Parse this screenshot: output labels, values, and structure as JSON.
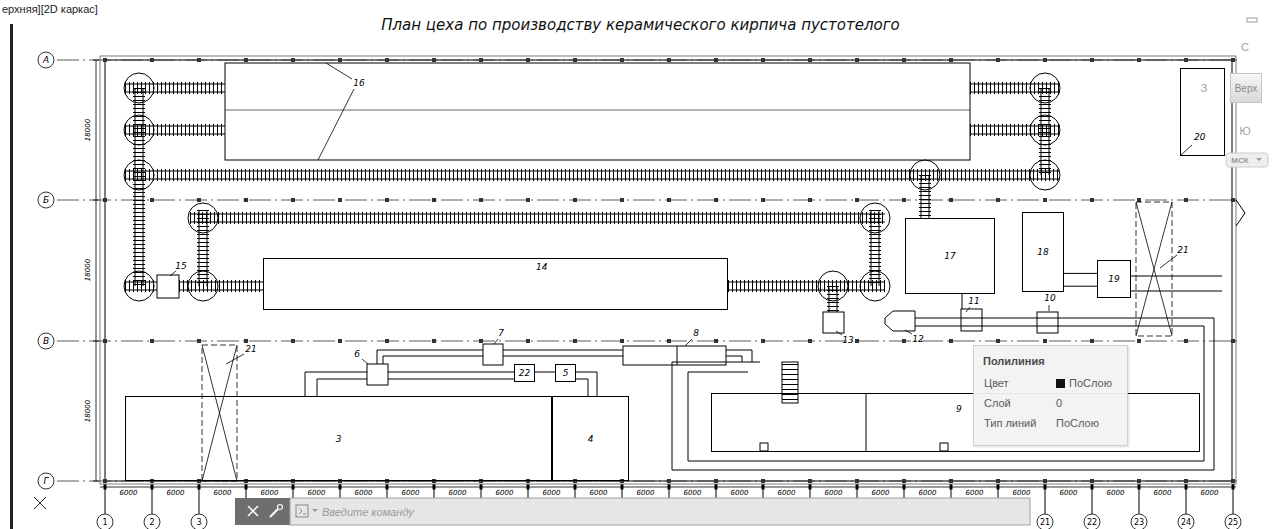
{
  "diagram": {
    "title": "План цеха по производству керамического кирпича пустотелого",
    "nodes": [
      {
        "text": [
          "Верх"
        ]
      },
      {
        "text": [
          "20"
        ]
      },
      {
        "text": [
          "17"
        ]
      },
      {
        "text": [
          "18"
        ]
      },
      {
        "text": [
          "14"
        ]
      },
      {
        "text": [
          "19"
        ]
      },
      {
        "text": [
          "22"
        ]
      },
      {
        "text": [
          "5"
        ]
      },
      {
        "text": [
          "3"
        ]
      },
      {
        "text": [
          "4"
        ]
      },
      {
        "text": [
          "9"
        ]
      },
      {
        "text": [
          "Полилиния",
          "Цвет",
          "ПоСлою",
          "Слой",
          "0",
          "Тип линий",
          "ПоСлою"
        ]
      },
      {
        "text": [
          "Введите команду"
        ]
      }
    ],
    "edges": [
      {
        "from": 3,
        "to": 5,
        "arrow": "none"
      }
    ],
    "labels": [
      "ерхняя][2D каркас]",
      "А",
      "Б",
      "В",
      "Г",
      "18000",
      "18000",
      "18000",
      "16",
      "15",
      "21",
      "21",
      "10",
      "11",
      "12",
      "13",
      "7",
      "8",
      "6",
      "С",
      "З",
      "Ю",
      "МСК",
      "6000",
      "6000",
      "6000",
      "6000",
      "6000",
      "6000",
      "6000",
      "6000",
      "6000",
      "6000",
      "6000",
      "6000",
      "6000",
      "6000",
      "6000",
      "6000",
      "6000",
      "6000",
      "6000",
      "6000",
      "6000",
      "6000",
      "6000",
      "6000",
      "1",
      "2",
      "3",
      "21",
      "22",
      "23",
      "24",
      "25"
    ]
  }
}
